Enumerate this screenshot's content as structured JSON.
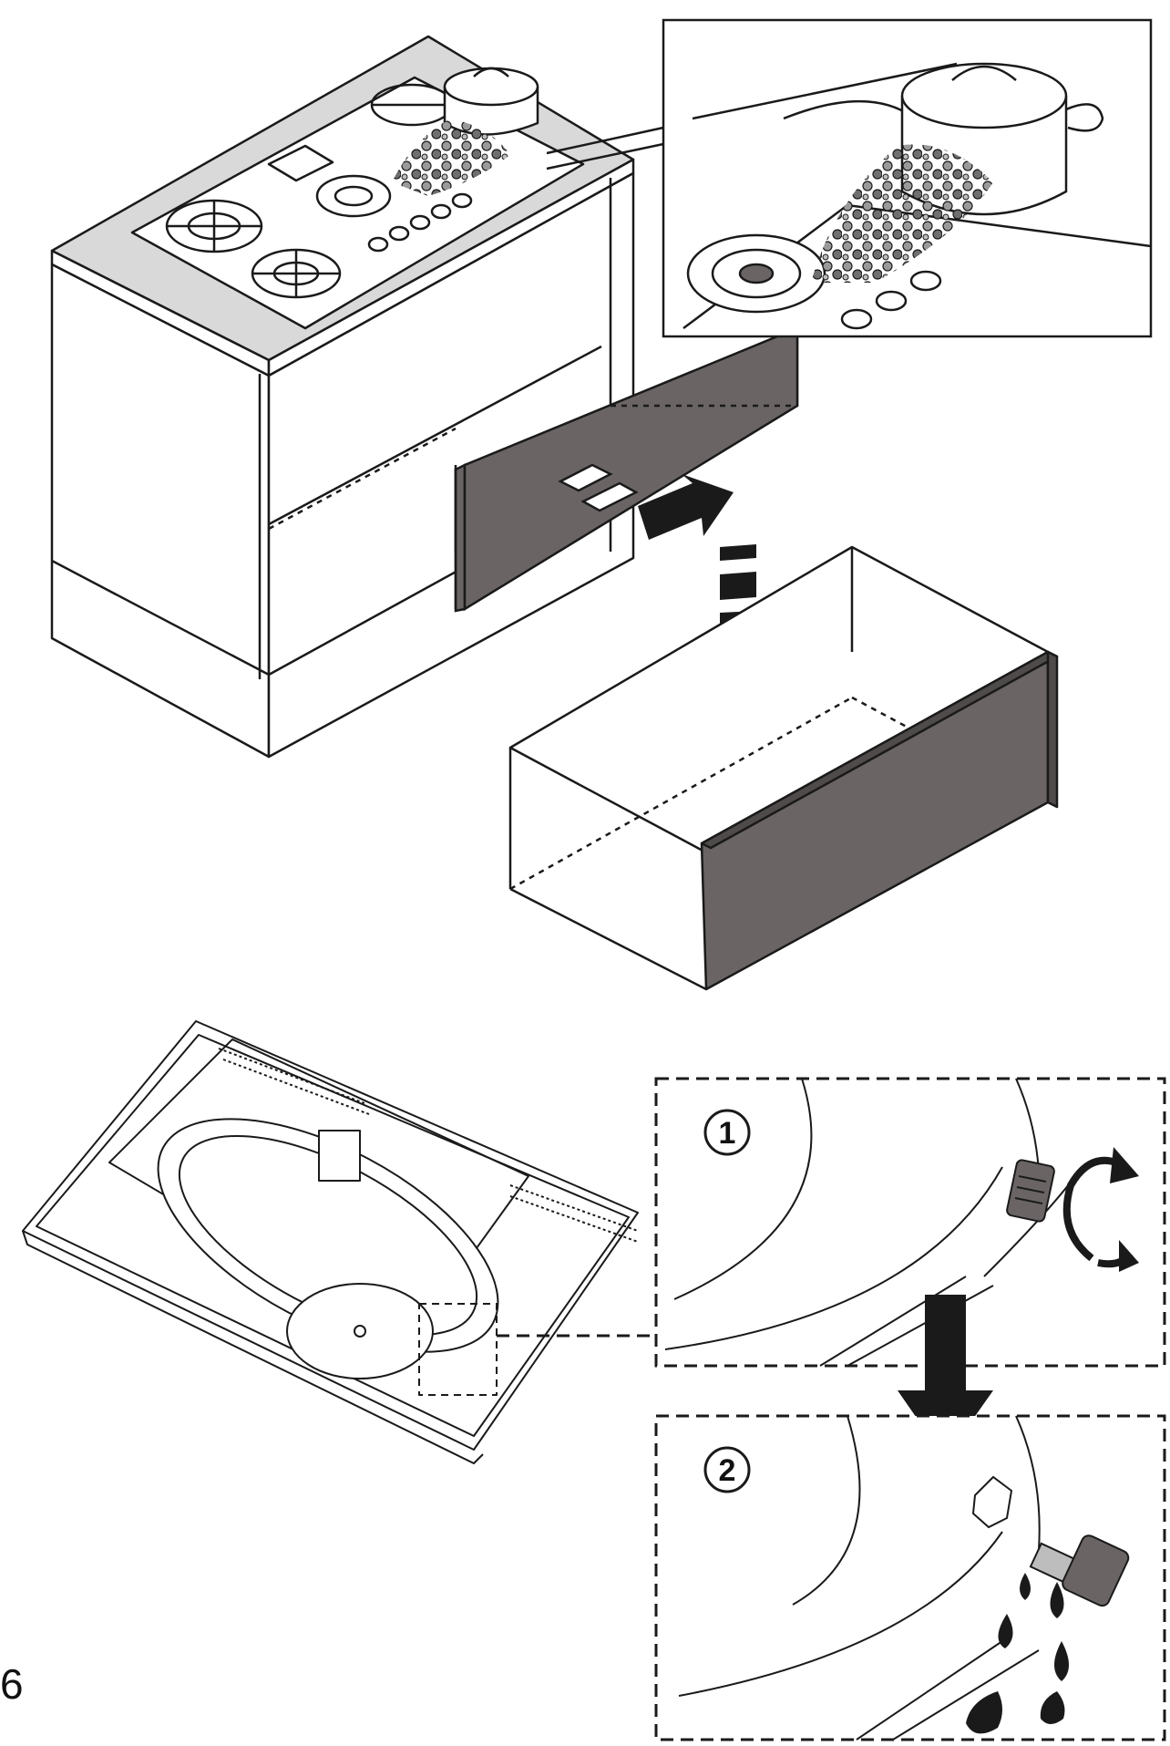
{
  "figure": {
    "step_labels": [
      "1",
      "2"
    ],
    "page_number": "6"
  },
  "colors": {
    "line": "#1a1a1a",
    "panel_dark": "#6a6564",
    "countertop": "#d9d9d9",
    "liquid": "#4a4a4a",
    "background": "#ffffff"
  },
  "icons": {
    "spill": "spill-bubbles-icon",
    "drop": "liquid-drop-icon",
    "rotate": "rotate-arrow-icon",
    "arrow": "down-arrow-icon"
  }
}
